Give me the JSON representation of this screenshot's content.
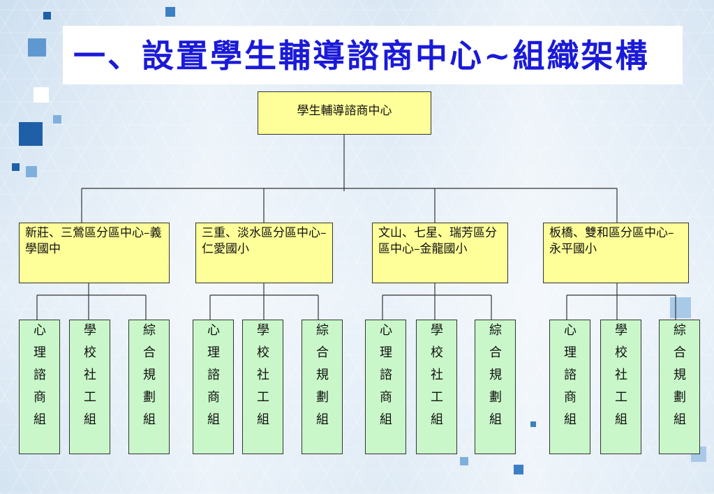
{
  "title": "一、設置學生輔導諮商中心~組織架構",
  "root": "學生輔導諮商中心",
  "branches": [
    {
      "label": "新莊、三鶯區分區中心–義學國中",
      "groups": [
        "心理諮商組",
        "學校社工組",
        "綜合規劃組"
      ]
    },
    {
      "label": "三重、淡水區分區中心–仁愛國小",
      "groups": [
        "心理諮商組",
        "學校社工組",
        "綜合規劃組"
      ]
    },
    {
      "label": "文山、七星、瑞芳區分區中心–金龍國小",
      "groups": [
        "心理諮商組",
        "學校社工組",
        "綜合規劃組"
      ]
    },
    {
      "label": "板橋、雙和區分區中心–永平國小",
      "groups": [
        "心理諮商組",
        "學校社工組",
        "綜合規劃組"
      ]
    }
  ],
  "colors": {
    "title": "#1a1ad8",
    "root_fill": "#ffff99",
    "branch_fill": "#ffff99",
    "leaf_fill": "#c9f7c9",
    "line": "#333333"
  }
}
